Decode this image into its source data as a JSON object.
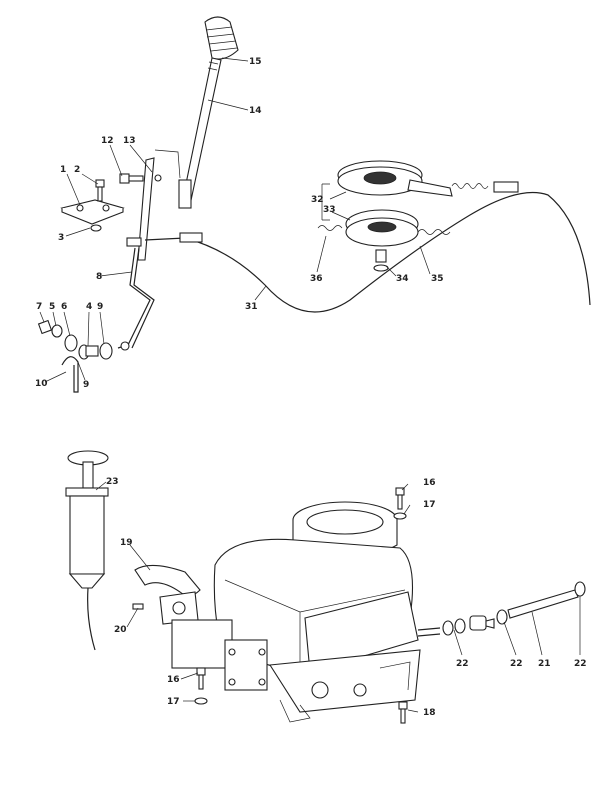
{
  "diagram": {
    "callouts": [
      {
        "id": "c1",
        "label": "1"
      },
      {
        "id": "c2",
        "label": "2"
      },
      {
        "id": "c3",
        "label": "3"
      },
      {
        "id": "c4",
        "label": "4"
      },
      {
        "id": "c5",
        "label": "5"
      },
      {
        "id": "c6",
        "label": "6"
      },
      {
        "id": "c7",
        "label": "7"
      },
      {
        "id": "c8",
        "label": "8"
      },
      {
        "id": "c9a",
        "label": "9"
      },
      {
        "id": "c9b",
        "label": "9"
      },
      {
        "id": "c10",
        "label": "10"
      },
      {
        "id": "c12",
        "label": "12"
      },
      {
        "id": "c13",
        "label": "13"
      },
      {
        "id": "c14",
        "label": "14"
      },
      {
        "id": "c15",
        "label": "15"
      },
      {
        "id": "c31",
        "label": "31"
      },
      {
        "id": "c32",
        "label": "32"
      },
      {
        "id": "c33",
        "label": "33"
      },
      {
        "id": "c34",
        "label": "34"
      },
      {
        "id": "c35",
        "label": "35"
      },
      {
        "id": "c36",
        "label": "36"
      },
      {
        "id": "c16a",
        "label": "16"
      },
      {
        "id": "c17a",
        "label": "17"
      },
      {
        "id": "c16b",
        "label": "16"
      },
      {
        "id": "c17b",
        "label": "17"
      },
      {
        "id": "c18",
        "label": "18"
      },
      {
        "id": "c19",
        "label": "19"
      },
      {
        "id": "c20",
        "label": "20"
      },
      {
        "id": "c21",
        "label": "21"
      },
      {
        "id": "c22a",
        "label": "22"
      },
      {
        "id": "c22b",
        "label": "22"
      },
      {
        "id": "c22c",
        "label": "22"
      },
      {
        "id": "c23",
        "label": "23"
      }
    ]
  }
}
